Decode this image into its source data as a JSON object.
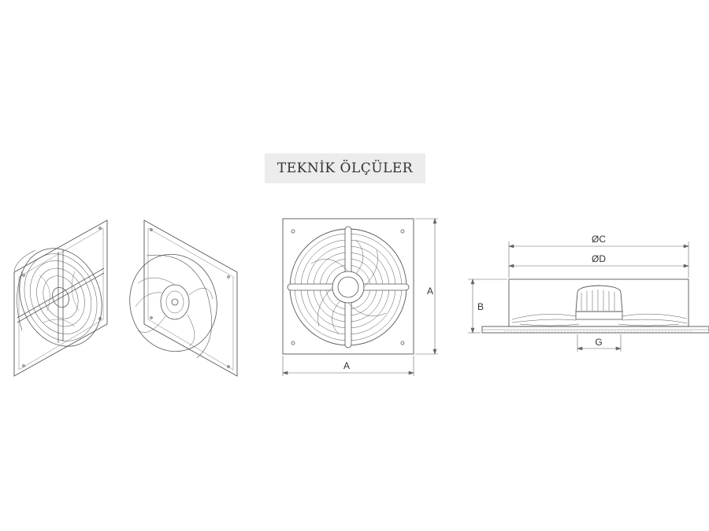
{
  "title": "TEKNİK ÖLÇÜLER",
  "front_view": {
    "width_label": "A",
    "height_label": "A"
  },
  "side_view": {
    "outer_diameter_label": "ØC",
    "inner_diameter_label": "ØD",
    "depth_label": "B",
    "motor_label": "G"
  },
  "colors": {
    "line": "#555555",
    "dim_line": "#666666",
    "title_bg": "#ececec",
    "title_text": "#333333"
  }
}
